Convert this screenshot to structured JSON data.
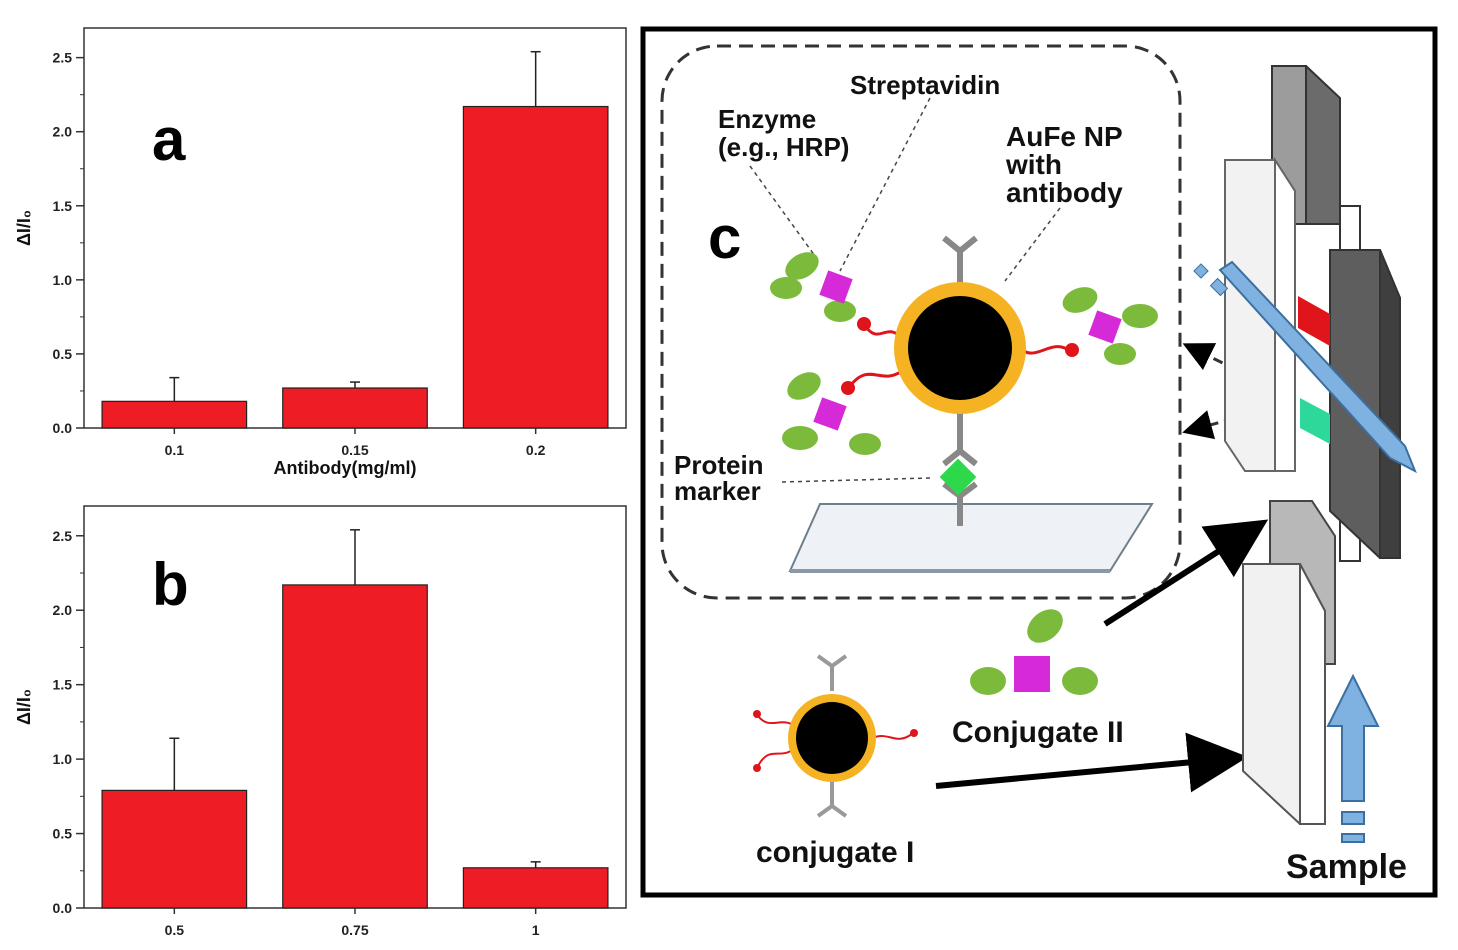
{
  "chart_data": [
    {
      "type": "bar",
      "panel_label": "a",
      "categories": [
        "0.1",
        "0.15",
        "0.2"
      ],
      "values": [
        0.18,
        0.27,
        2.17
      ],
      "error": [
        0.16,
        0.04,
        0.37
      ],
      "xlabel": "Antibody(mg/ml)",
      "ylabel": "ΔI/I₀",
      "ylim": [
        0,
        2.7
      ],
      "yticks": [
        "0.0",
        "0.5",
        "1.0",
        "1.5",
        "2.0",
        "2.5"
      ],
      "ytick_values": [
        0,
        0.5,
        1.0,
        1.5,
        2.0,
        2.5
      ],
      "color": "#ee1c25",
      "grid": false
    },
    {
      "type": "bar",
      "panel_label": "b",
      "categories": [
        "0.5",
        "0.75",
        "1"
      ],
      "values": [
        0.79,
        2.17,
        0.27
      ],
      "error": [
        0.35,
        0.37,
        0.04
      ],
      "xlabel": "",
      "ylabel": "ΔI/I₀",
      "ylim": [
        0,
        2.7
      ],
      "yticks": [
        "0.0",
        "0.5",
        "1.0",
        "1.5",
        "2.0",
        "2.5"
      ],
      "ytick_values": [
        0,
        0.5,
        1.0,
        1.5,
        2.0,
        2.5
      ],
      "color": "#ee1c25",
      "grid": false
    }
  ],
  "diagram": {
    "panel_label": "c",
    "streptavidin": "Streptavidin",
    "enzyme_line1": "Enzyme",
    "enzyme_line2": "(e.g., HRP)",
    "aufe_line1": "AuFe NP",
    "aufe_line2": "with",
    "aufe_line3": "antibody",
    "protein_line1": "Protein",
    "protein_line2": "marker",
    "conjugate_ii": "Conjugate II",
    "conjugate_i": "conjugate I",
    "sample": "Sample",
    "colors": {
      "gold_ring": "#f5b324",
      "core": "#000000",
      "enzyme": "#d62ad8",
      "antibody_blob": "#7cba3c",
      "protein_marker": "#2ed84b",
      "tether": "#e0151b",
      "flow_arrow": "#7fb2e0"
    }
  }
}
